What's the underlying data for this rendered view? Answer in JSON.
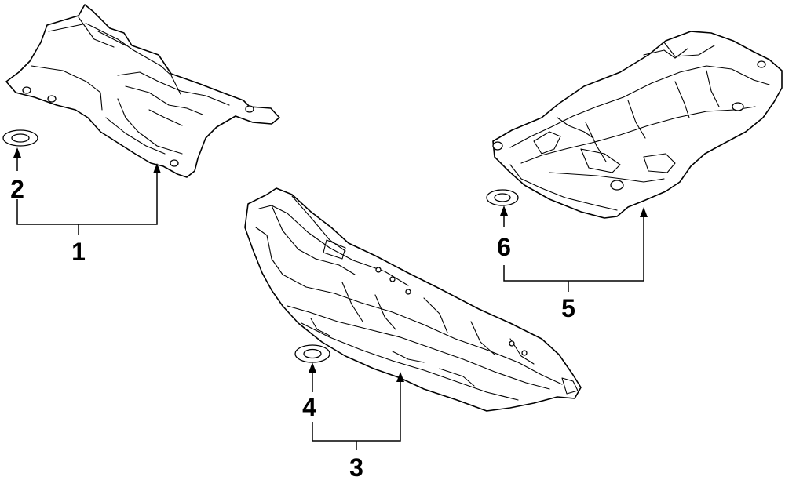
{
  "callouts": {
    "c1": "1",
    "c2": "2",
    "c3": "3",
    "c4": "4",
    "c5": "5",
    "c6": "6"
  },
  "colors": {
    "line": "#000000",
    "background": "#ffffff"
  },
  "parts": [
    {
      "id": "1",
      "name": "heat-shield-front"
    },
    {
      "id": "2",
      "name": "washer-1"
    },
    {
      "id": "3",
      "name": "heat-shield-center"
    },
    {
      "id": "4",
      "name": "washer-2"
    },
    {
      "id": "5",
      "name": "heat-shield-rear"
    },
    {
      "id": "6",
      "name": "washer-3"
    }
  ]
}
